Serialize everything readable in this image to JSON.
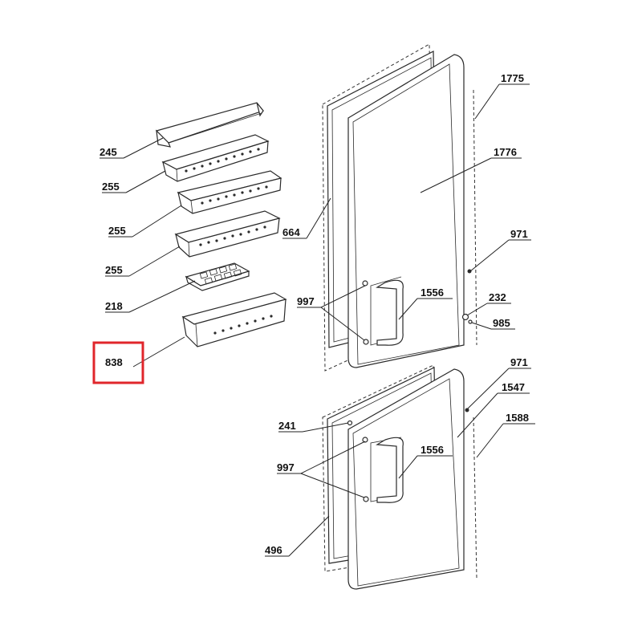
{
  "labels": {
    "l245": "245",
    "l255a": "255",
    "l255b": "255",
    "l255c": "255",
    "l218": "218",
    "l838": "838",
    "l664": "664",
    "l997a": "997",
    "l1556a": "1556",
    "l1775": "1775",
    "l1776": "1776",
    "l971a": "971",
    "l232": "232",
    "l985": "985",
    "l971b": "971",
    "l1547": "1547",
    "l1588": "1588",
    "l241": "241",
    "l997b": "997",
    "l1556b": "1556",
    "l496": "496"
  },
  "colors": {
    "highlight": "#e0262b",
    "line": "#222222"
  },
  "highlighted_part": "838"
}
